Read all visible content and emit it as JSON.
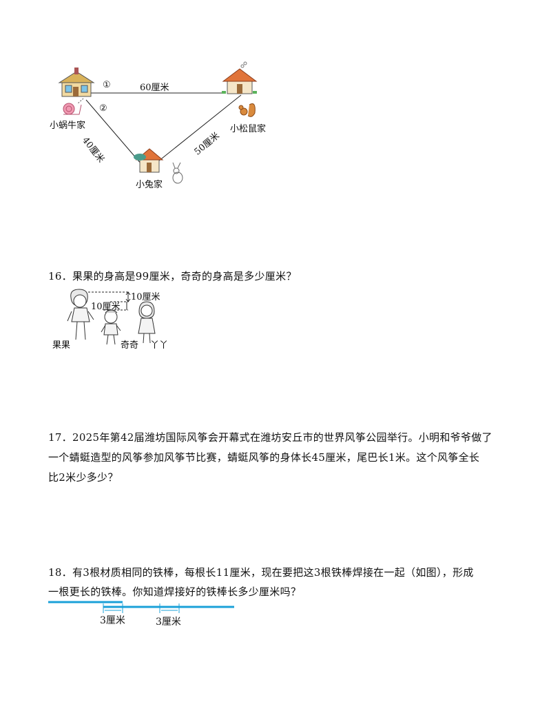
{
  "map": {
    "route1_marker": "①",
    "route2_marker": "②",
    "dist_snail_squirrel": "60厘米",
    "dist_snail_rabbit": "40厘米",
    "dist_rabbit_squirrel": "50厘米",
    "snail_home": "小蜗牛家",
    "squirrel_home": "小松鼠家",
    "rabbit_home": "小兔家"
  },
  "q16": {
    "text": "16．果果的身高是99厘米，奇奇的身高是多少厘米？",
    "label_top": "10厘米",
    "label_mid": "10厘米",
    "name_guoguo": "果果",
    "name_qiqi": "奇奇",
    "name_yaya": "丫丫"
  },
  "q17": {
    "line1": "17．2025年第42届潍坊国际风筝会开幕式在潍坊安丘市的世界风筝公园举行。小明和爷爷做了",
    "line2": "一个蜻蜓造型的风筝参加风筝节比赛，蜻蜓风筝的身体长45厘米，尾巴长1米。这个风筝全长",
    "line3": "比2米少多少？"
  },
  "q18": {
    "line1": "18．有3根材质相同的铁棒，每根长11厘米，现在要把这3根铁棒焊接在一起（如图），形成",
    "line2": "一根更长的铁棒。你知道焊接好的铁棒长多少厘米吗？",
    "overlap1": "3厘米",
    "overlap2": "3厘米"
  },
  "colors": {
    "bar": "#1aa0d8",
    "roof": "#e0743a"
  }
}
